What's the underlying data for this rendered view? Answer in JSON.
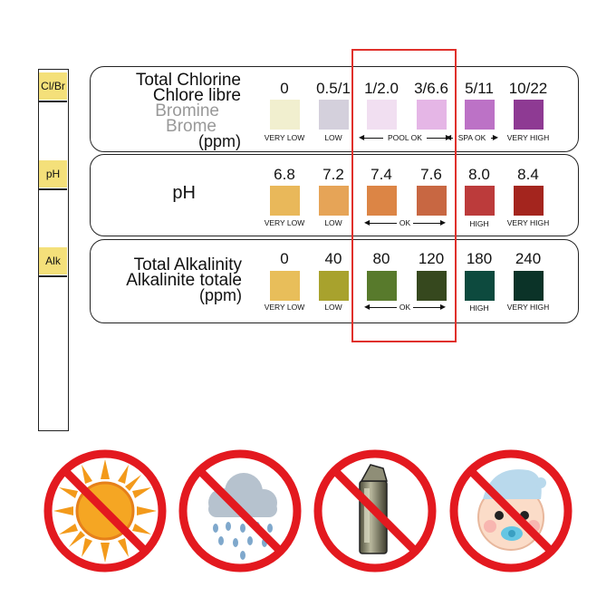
{
  "strip": {
    "pad_cl": "Cl/Br",
    "pad_ph": "pH",
    "pad_alk": "Alk"
  },
  "chlorine": {
    "name_line1": "Total Chlorine",
    "name_line2": "Chlore libre",
    "name_line3": "Bromine",
    "name_line4": "Brome",
    "unit": "(ppm)",
    "values": [
      "0",
      "0.5/1",
      "1/2.0",
      "3/6.6",
      "5/11",
      "10/22"
    ],
    "colors": [
      "#f1efcf",
      "#d4d0dc",
      "#f1dff1",
      "#e5b6e6",
      "#bc72c6",
      "#8e3a93"
    ],
    "label_very_low": "VERY LOW",
    "label_low": "LOW",
    "label_pool_ok": "POOL OK",
    "label_spa_ok": "SPA OK",
    "label_very_high": "VERY HIGH"
  },
  "ph": {
    "name": "pH",
    "values": [
      "6.8",
      "7.2",
      "7.4",
      "7.6",
      "8.0",
      "8.4"
    ],
    "colors": [
      "#e9b85a",
      "#e6a457",
      "#dc8545",
      "#c86742",
      "#bc3b3b",
      "#a4251e"
    ],
    "label_very_low": "VERY LOW",
    "label_low": "LOW",
    "label_ok": "OK",
    "label_high": "HIGH",
    "label_very_high": "VERY HIGH"
  },
  "alk": {
    "name_line1": "Total Alkalinity",
    "name_line2": "Alkalinite totale",
    "unit": "(ppm)",
    "values": [
      "0",
      "40",
      "80",
      "120",
      "180",
      "240"
    ],
    "colors": [
      "#e8be5a",
      "#a8a22d",
      "#587a2c",
      "#36481e",
      "#0d4a3e",
      "#0b3328"
    ],
    "label_very_low": "VERY LOW",
    "label_low": "LOW",
    "label_ok": "OK",
    "label_high": "HIGH",
    "label_very_high": "VERY HIGH"
  },
  "icons": [
    "no-sun-icon",
    "no-rain-icon",
    "no-metal-container-icon",
    "no-children-icon"
  ],
  "accent": {
    "highlight_red": "#e0302b",
    "prohibition_red": "#e3191f"
  }
}
